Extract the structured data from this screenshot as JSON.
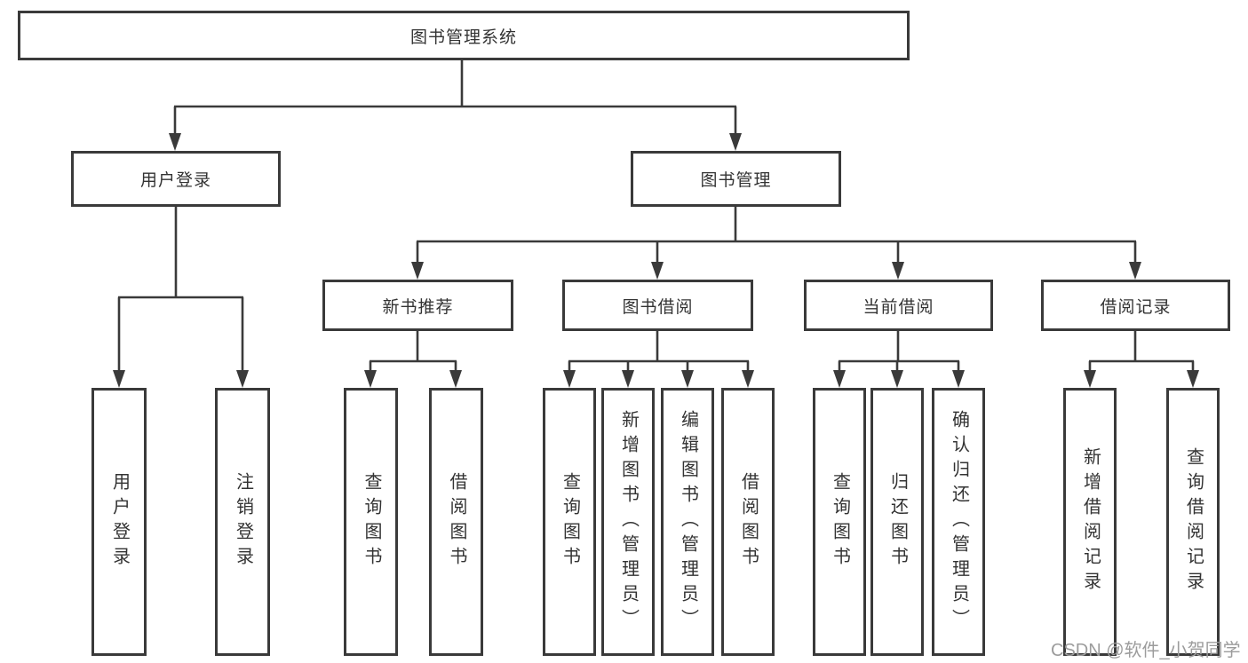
{
  "colors": {
    "line": "#3a3a3a",
    "box_border": "#3a3a3a",
    "text": "#333333",
    "watermark": "#9c9c9c",
    "background": "#ffffff"
  },
  "watermark": {
    "text": "CSDN @软件_小贺同学"
  },
  "tree": {
    "label": "图书管理系统",
    "children": [
      {
        "label": "用户登录",
        "children": [
          {
            "label": "用户登录"
          },
          {
            "label": "注销登录"
          }
        ]
      },
      {
        "label": "图书管理",
        "children": [
          {
            "label": "新书推荐",
            "children": [
              {
                "label": "查询图书"
              },
              {
                "label": "借阅图书"
              }
            ]
          },
          {
            "label": "图书借阅",
            "children": [
              {
                "label": "查询图书"
              },
              {
                "label": "新增图书（管理员）"
              },
              {
                "label": "编辑图书（管理员）"
              },
              {
                "label": "借阅图书"
              }
            ]
          },
          {
            "label": "当前借阅",
            "children": [
              {
                "label": "查询图书"
              },
              {
                "label": "归还图书"
              },
              {
                "label": "确认归还（管理员）"
              }
            ]
          },
          {
            "label": "借阅记录",
            "children": [
              {
                "label": "新增借阅记录"
              },
              {
                "label": "查询借阅记录"
              }
            ]
          }
        ]
      }
    ]
  }
}
